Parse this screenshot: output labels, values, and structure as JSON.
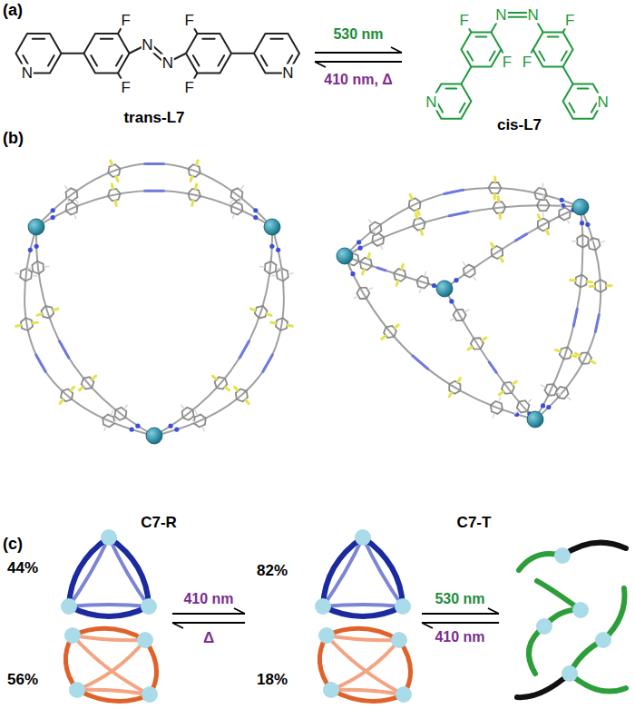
{
  "diagram": {
    "nodes": [
      {
        "text": [
          "trans-L7"
        ]
      },
      {
        "text": [
          "cis-L7"
        ]
      },
      {
        "text": [
          "C7-R"
        ]
      },
      {
        "text": [
          "C7-T"
        ]
      }
    ],
    "edges": [
      {
        "from": 0,
        "to": 1,
        "arrow": "to",
        "label": "530 nm"
      },
      {
        "from": 1,
        "to": 0,
        "arrow": "to",
        "label": "410 nm, Δ"
      }
    ],
    "labels": [
      "(a)",
      "N",
      "F",
      "F",
      "N",
      "N",
      "F",
      "F",
      "N",
      "F",
      "N",
      "N",
      "F",
      "F",
      "F",
      "N",
      "N",
      "(b)",
      "(c)",
      "44%",
      "56%",
      "410 nm",
      "Δ",
      "82%",
      "18%",
      "530 nm",
      "410 nm"
    ]
  }
}
